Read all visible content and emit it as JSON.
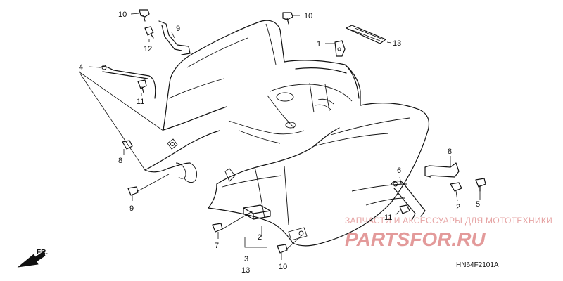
{
  "diagram": {
    "callouts": [
      {
        "id": "c1",
        "text": "1"
      },
      {
        "id": "c2a",
        "text": "2"
      },
      {
        "id": "c2b",
        "text": "2"
      },
      {
        "id": "c3",
        "text": "3"
      },
      {
        "id": "c13b",
        "text": "13"
      },
      {
        "id": "c4",
        "text": "4"
      },
      {
        "id": "c5",
        "text": "5"
      },
      {
        "id": "c6",
        "text": "6"
      },
      {
        "id": "c7",
        "text": "7"
      },
      {
        "id": "c8a",
        "text": "8"
      },
      {
        "id": "c8b",
        "text": "8"
      },
      {
        "id": "c9a",
        "text": "9"
      },
      {
        "id": "c9b",
        "text": "9"
      },
      {
        "id": "c10a",
        "text": "10"
      },
      {
        "id": "c10b",
        "text": "10"
      },
      {
        "id": "c10c",
        "text": "10"
      },
      {
        "id": "c11a",
        "text": "11"
      },
      {
        "id": "c11b",
        "text": "11"
      },
      {
        "id": "c12",
        "text": "12"
      },
      {
        "id": "c13a",
        "text": "13"
      }
    ],
    "front_marker": "FR.",
    "diagram_code": "HN64F2101A"
  },
  "watermark": {
    "line1": "ЗАПЧАСТИ И АКСЕССУАРЫ ДЛЯ МОТОТЕХНИКИ",
    "line2": "PARTSFOR.RU"
  }
}
